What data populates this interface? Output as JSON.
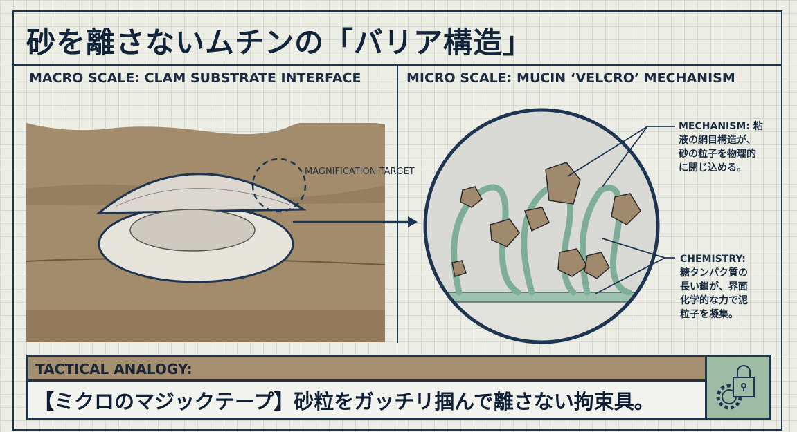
{
  "title": "砂を離さないムチンの「バリア構造」",
  "macro": {
    "header": "MACRO SCALE: CLAM SUBSTRATE INTERFACE",
    "label": "MAGNIFICATION TARGET"
  },
  "micro": {
    "header": "MICRO SCALE: MUCIN ‘VELCRO’ MECHANISM",
    "mechanism": [
      "MECHANISM: 粘",
      "液の網目構造が、",
      "砂の粒子を物理的",
      "に閉じ込める。"
    ],
    "chemistry": [
      "CHEMISTRY:",
      "糖タンパク質の",
      "長い鎖が、界面",
      "化学的な力で泥",
      "粒子を凝集。"
    ]
  },
  "analogy": {
    "label": "TACTICAL ANALOGY:",
    "text": "【ミクロのマジックテープ】砂粒をガッチリ掴んで離さない拘束具。",
    "icon": "lock-gear-icon"
  },
  "colors": {
    "navy": "#1d3550",
    "sand": "#a48f71",
    "mucin": "#7fae98"
  }
}
